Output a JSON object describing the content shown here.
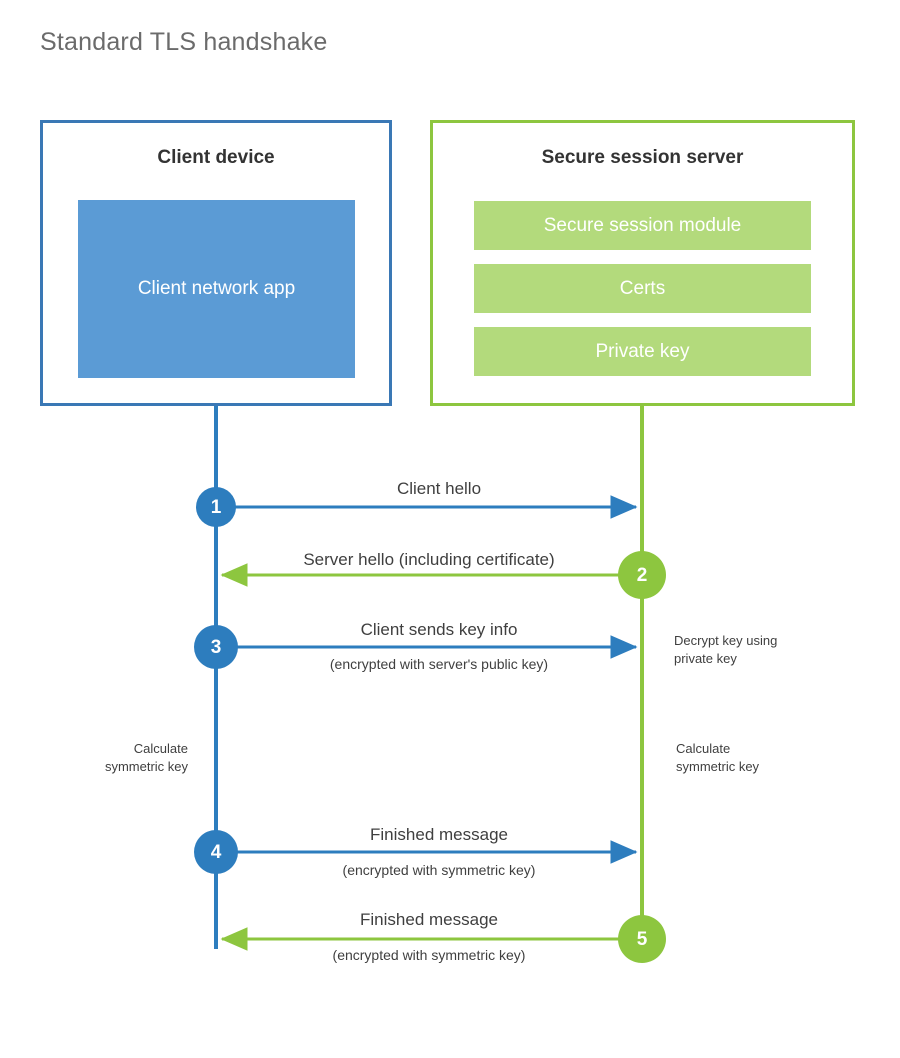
{
  "title": "Standard TLS handshake",
  "colors": {
    "client_border": "#3a78b5",
    "client_fill": "#5b9bd5",
    "client_accent": "#2d7dbe",
    "server_border": "#8dc63f",
    "server_fill": "#b3da7c",
    "server_accent": "#8dc63f",
    "text": "#3f3f3f",
    "title_text": "#6b6b6b",
    "background": "#ffffff"
  },
  "client_panel": {
    "title": "Client device",
    "app_label": "Client network app"
  },
  "server_panel": {
    "title": "Secure session server",
    "components": [
      {
        "label": "Secure session module"
      },
      {
        "label": "Certs"
      },
      {
        "label": "Private key"
      }
    ]
  },
  "steps": [
    {
      "number": "1",
      "label": "Client hello",
      "sublabel": "",
      "direction": "client-to-server",
      "color": "#2d7dbe"
    },
    {
      "number": "2",
      "label": "Server hello (including certificate)",
      "sublabel": "",
      "direction": "server-to-client",
      "color": "#8dc63f"
    },
    {
      "number": "3",
      "label": "Client sends key info",
      "sublabel": "(encrypted with server's public key)",
      "direction": "client-to-server",
      "color": "#2d7dbe"
    },
    {
      "number": "4",
      "label": "Finished message",
      "sublabel": "(encrypted with symmetric key)",
      "direction": "client-to-server",
      "color": "#2d7dbe"
    },
    {
      "number": "5",
      "label": "Finished message",
      "sublabel": "(encrypted with symmetric key)",
      "direction": "server-to-client",
      "color": "#8dc63f"
    }
  ],
  "annotations": {
    "server_decrypt": "Decrypt key using\nprivate key",
    "client_calculate": "Calculate\nsymmetric key",
    "server_calculate": "Calculate\nsymmetric key"
  }
}
